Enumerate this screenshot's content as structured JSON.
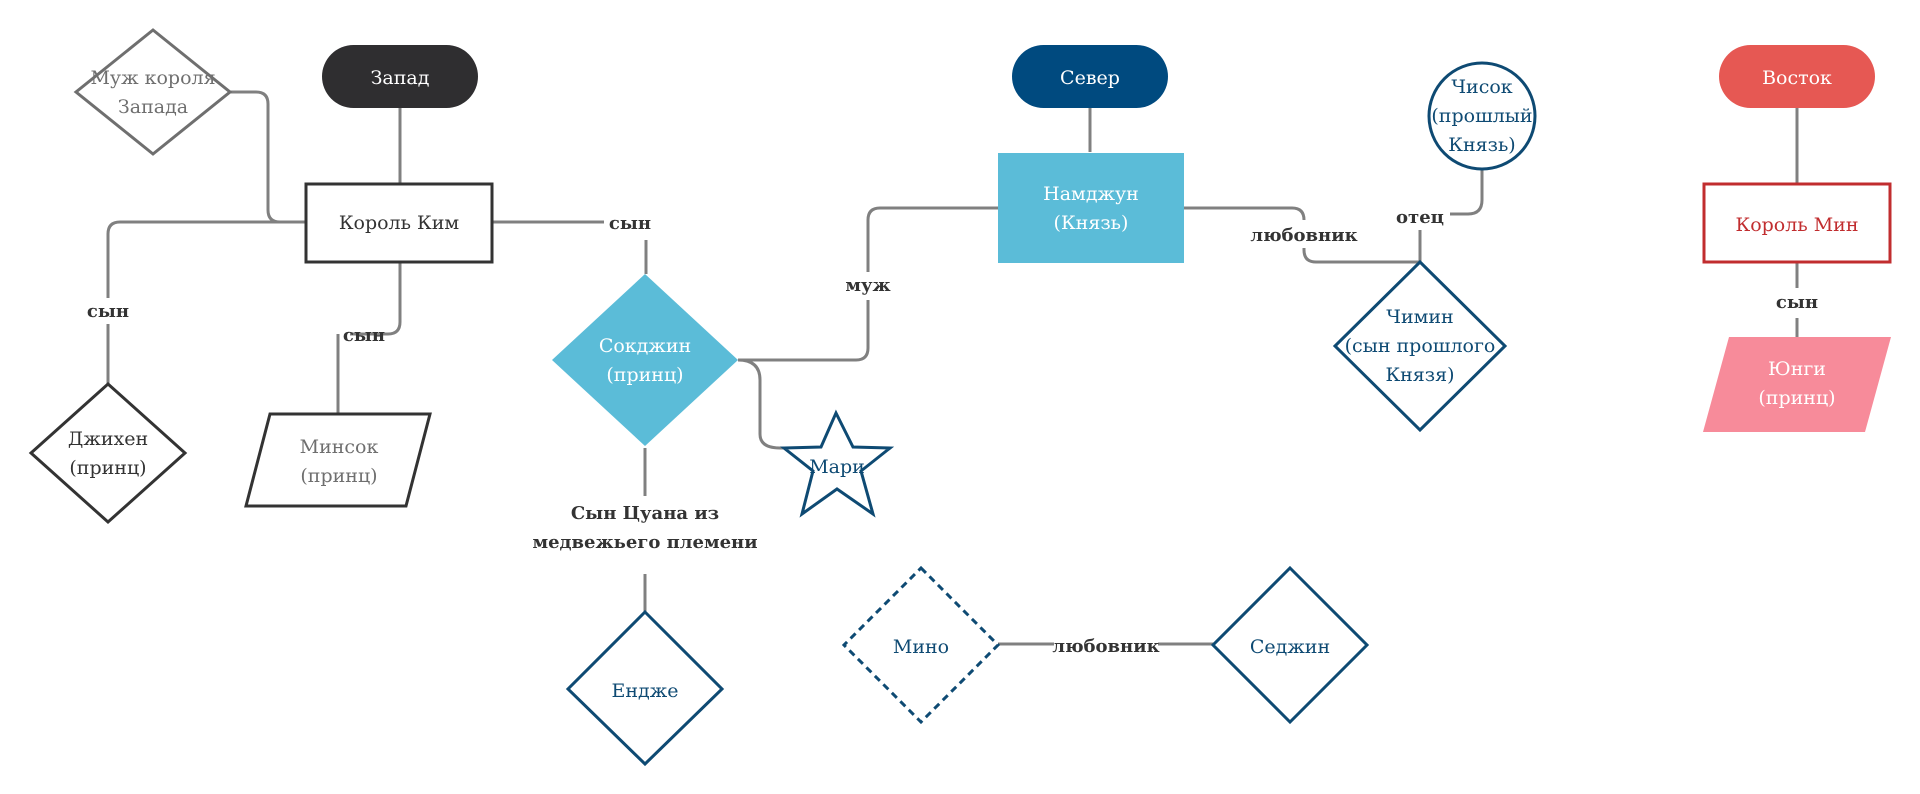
{
  "colors": {
    "west": "#2f2e30",
    "north": "#004a7f",
    "east": "#e65853",
    "navy": "#0e4a73",
    "cyan": "#5bbcd8",
    "red": "#c12d2f",
    "pink": "#f78b9a",
    "dark": "#333333",
    "gray": "#6f6f6f",
    "line": "#808080"
  },
  "nodes": {
    "west": {
      "label": "Запад"
    },
    "north": {
      "label": "Север"
    },
    "east": {
      "label": "Восток"
    },
    "husband_west": {
      "lines": [
        "Муж короля",
        "Запада"
      ]
    },
    "king_kim": {
      "label": "Король Ким"
    },
    "jihyun": {
      "lines": [
        "Джихен",
        "(принц)"
      ]
    },
    "minsok": {
      "lines": [
        "Минсок",
        "(принц)"
      ]
    },
    "sokjin": {
      "lines": [
        "Сокджин",
        "(принц)"
      ]
    },
    "mari": {
      "label": "Мари"
    },
    "yenje": {
      "label": "Ендже"
    },
    "namjun": {
      "lines": [
        "Намджун",
        "(Князь)"
      ]
    },
    "chisok": {
      "lines": [
        "Чисок",
        "(прошлый",
        "Князь)"
      ]
    },
    "chimin": {
      "lines": [
        "Чимин",
        "(сын прошлого",
        "Князя)"
      ]
    },
    "mino": {
      "label": "Мино"
    },
    "sedjin": {
      "label": "Седжин"
    },
    "king_min": {
      "label": "Король Мин"
    },
    "yungi": {
      "lines": [
        "Юнги",
        "(принц)"
      ]
    }
  },
  "edges": {
    "kim_sokjin": "сын",
    "kim_jihyun": "сын",
    "kim_minsok": "сын",
    "sokjin_yenje": [
      "Сын Цуана из",
      "медвежьего племени"
    ],
    "sokjin_namjun": "муж",
    "namjun_chimin": "любовник",
    "chisok_chimin": "отец",
    "mino_sedjin": "любовник",
    "min_yungi": "сын"
  }
}
